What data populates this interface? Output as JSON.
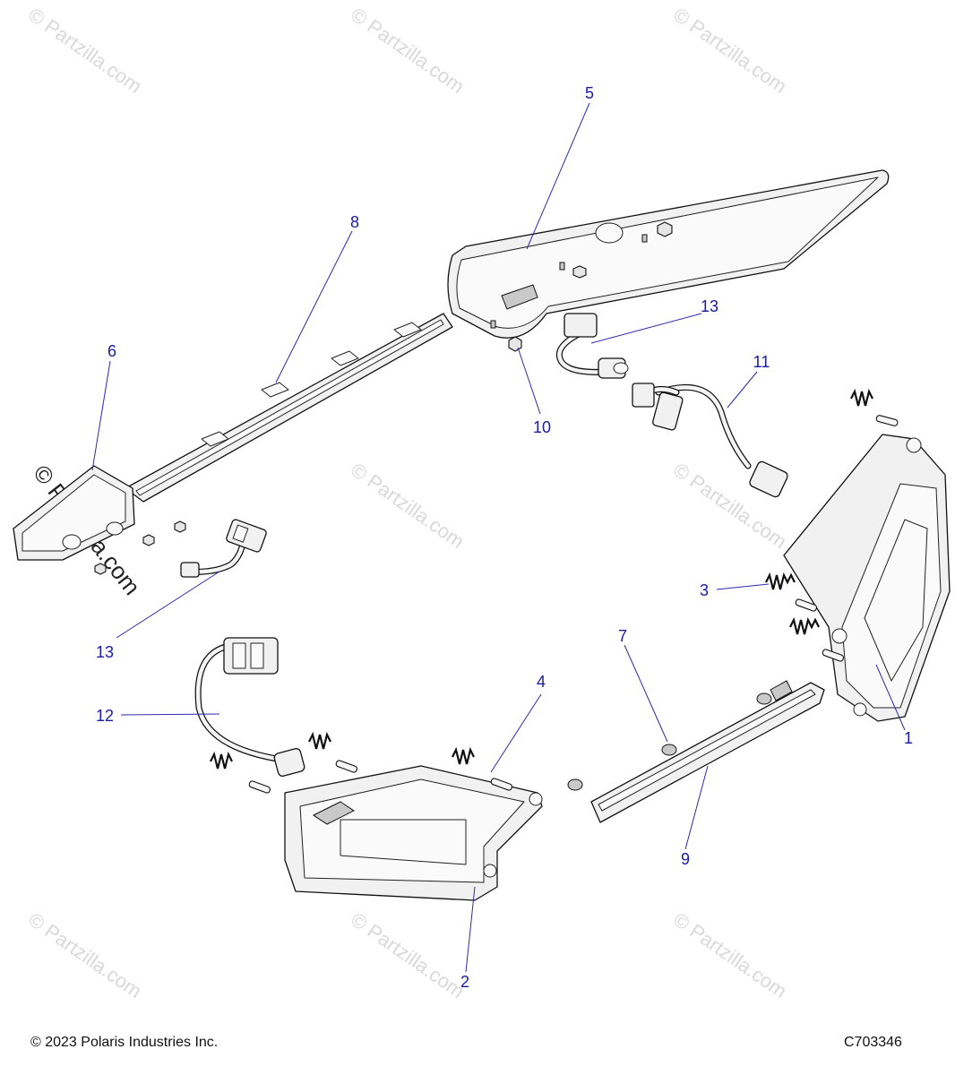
{
  "watermark": "© Partzilla.com",
  "callouts": [
    {
      "id": "callout-1",
      "label": "1"
    },
    {
      "id": "callout-2",
      "label": "2"
    },
    {
      "id": "callout-3",
      "label": "3"
    },
    {
      "id": "callout-4",
      "label": "4"
    },
    {
      "id": "callout-5",
      "label": "5"
    },
    {
      "id": "callout-6",
      "label": "6"
    },
    {
      "id": "callout-7",
      "label": "7"
    },
    {
      "id": "callout-8",
      "label": "8"
    },
    {
      "id": "callout-9",
      "label": "9"
    },
    {
      "id": "callout-10",
      "label": "10"
    },
    {
      "id": "callout-11",
      "label": "11"
    },
    {
      "id": "callout-12",
      "label": "12"
    },
    {
      "id": "callout-13a",
      "label": "13"
    },
    {
      "id": "callout-13b",
      "label": "13"
    }
  ],
  "footer": {
    "copyright": "© 2023 Polaris Industries Inc.",
    "figure_code": "C703346"
  },
  "colors": {
    "callout": "#1a1aa6",
    "outline": "#111111",
    "watermark": "#d9d9d9"
  }
}
